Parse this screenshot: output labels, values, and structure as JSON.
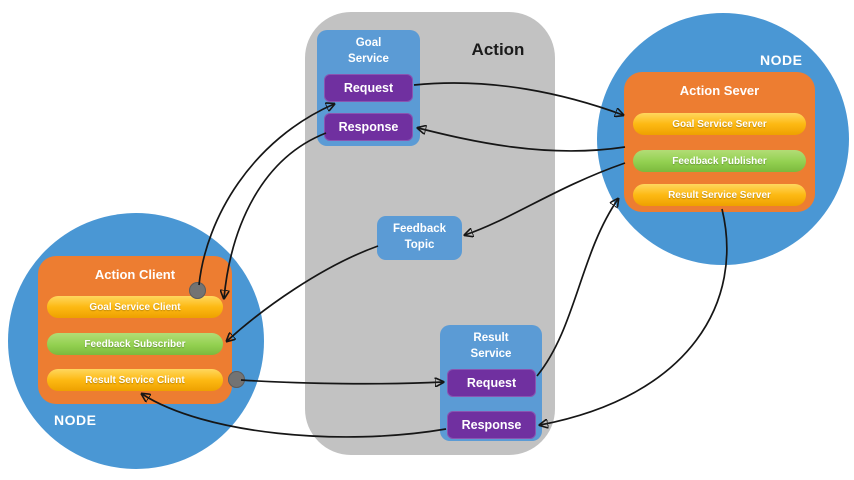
{
  "diagram": {
    "action_label": "Action",
    "goal_service": {
      "title": "Goal\nService",
      "request": "Request",
      "response": "Response"
    },
    "feedback_topic": {
      "title": "Feedback\nTopic"
    },
    "result_service": {
      "title": "Result\nService",
      "request": "Request",
      "response": "Response"
    },
    "client": {
      "node_label": "NODE",
      "title": "Action Client",
      "items": [
        {
          "label": "Goal Service Client"
        },
        {
          "label": "Feedback Subscriber"
        },
        {
          "label": "Result Service Client"
        }
      ]
    },
    "server": {
      "node_label": "NODE",
      "title": "Action Sever",
      "items": [
        {
          "label": "Goal Service Server"
        },
        {
          "label": "Feedback Publisher"
        },
        {
          "label": "Result Service Server"
        }
      ]
    },
    "edges": [
      {
        "from": "goal-service-client",
        "to": "goal-request"
      },
      {
        "from": "goal-request",
        "to": "goal-service-server"
      },
      {
        "from": "goal-service-server",
        "to": "goal-response"
      },
      {
        "from": "goal-response",
        "to": "goal-service-client"
      },
      {
        "from": "feedback-publisher",
        "to": "feedback-topic"
      },
      {
        "from": "feedback-topic",
        "to": "feedback-subscriber"
      },
      {
        "from": "result-service-client",
        "to": "result-request"
      },
      {
        "from": "result-request",
        "to": "result-service-server"
      },
      {
        "from": "result-service-server",
        "to": "result-response"
      },
      {
        "from": "result-response",
        "to": "result-service-client"
      }
    ],
    "colors": {
      "node_blue": "#4a97d4",
      "service_blue": "#5b9bd5",
      "orange": "#ed7d31",
      "yellow": "#ffc000",
      "green": "#92d050",
      "purple": "#7030a0",
      "panel_gray": "#c2c2c2",
      "arrow": "#161616",
      "dot_gray": "#737373"
    }
  }
}
